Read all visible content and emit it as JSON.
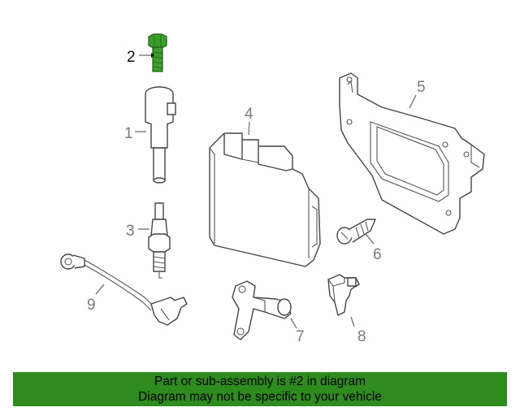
{
  "callouts": [
    {
      "id": "1",
      "label": "1",
      "highlighted": false
    },
    {
      "id": "2",
      "label": "2",
      "highlighted": true
    },
    {
      "id": "3",
      "label": "3",
      "highlighted": false
    },
    {
      "id": "4",
      "label": "4",
      "highlighted": false
    },
    {
      "id": "5",
      "label": "5",
      "highlighted": false
    },
    {
      "id": "6",
      "label": "6",
      "highlighted": false
    },
    {
      "id": "7",
      "label": "7",
      "highlighted": false
    },
    {
      "id": "8",
      "label": "8",
      "highlighted": false
    },
    {
      "id": "9",
      "label": "9",
      "highlighted": false
    }
  ],
  "banner": {
    "line1": "Part or sub-assembly is #2 in diagram",
    "line2": "Diagram may not be specific to your vehicle"
  },
  "colors": {
    "highlight_part": "#3aa02a",
    "banner_bg": "#2e8b1e",
    "line_art": "#444444",
    "callout_text": "#7a7a7a"
  }
}
